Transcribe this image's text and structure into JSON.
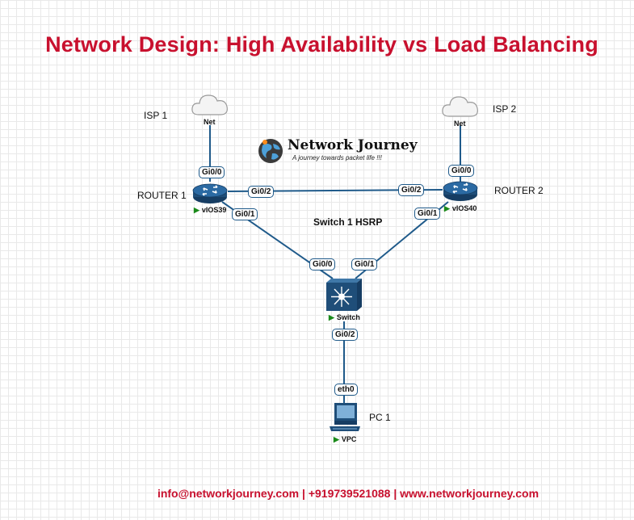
{
  "title": "Network Design: High Availability vs Load Balancing",
  "logo": {
    "name": "Network Journey",
    "tagline": "A journey towards packet life !!!"
  },
  "labels": {
    "isp1": "ISP 1",
    "isp2": "ISP 2",
    "router1": "ROUTER 1",
    "router2": "ROUTER 2",
    "switch_hsrp": "Switch 1 HSRP",
    "pc1": "PC 1"
  },
  "nodes": {
    "cloud1": "Net",
    "cloud2": "Net",
    "router1": "vIOS39",
    "router2": "vIOS40",
    "switch": "Switch",
    "pc": "VPC"
  },
  "ports": {
    "r1_wan": "Gi0/0",
    "r1_link": "Gi0/2",
    "r1_lan": "Gi0/1",
    "r2_wan": "Gi0/0",
    "r2_link": "Gi0/2",
    "r2_lan": "Gi0/1",
    "sw_r1": "Gi0/0",
    "sw_r2": "Gi0/1",
    "sw_pc": "Gi0/2",
    "pc_eth": "eth0"
  },
  "footer": "info@networkjourney.com | +919739521088 | www.networkjourney.com",
  "colors": {
    "title": "#c8102e",
    "link": "#1f5a8a",
    "device": "#1f4e79",
    "status": "#1a8a1a"
  }
}
